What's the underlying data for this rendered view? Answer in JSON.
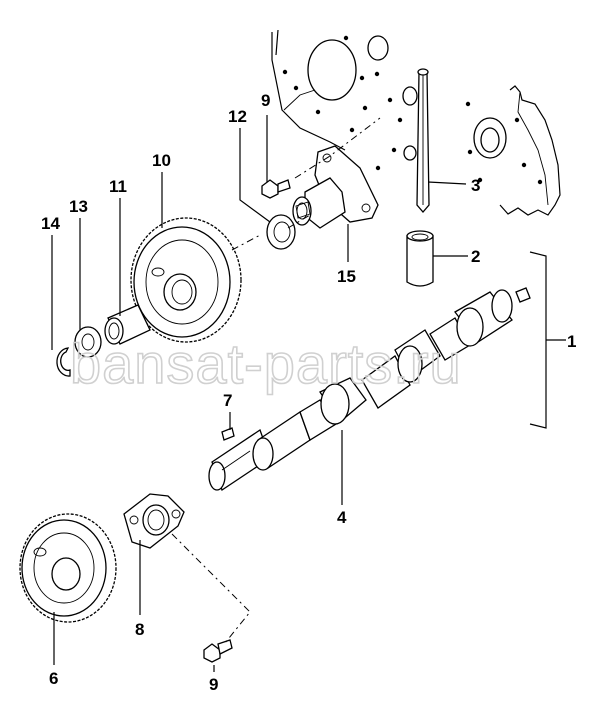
{
  "watermark": "bansat-parts.ru",
  "callouts": [
    {
      "id": "c1",
      "label": "1"
    },
    {
      "id": "c2",
      "label": "2"
    },
    {
      "id": "c3",
      "label": "3"
    },
    {
      "id": "c4",
      "label": "4"
    },
    {
      "id": "c6",
      "label": "6"
    },
    {
      "id": "c7",
      "label": "7"
    },
    {
      "id": "c8",
      "label": "8"
    },
    {
      "id": "c9a",
      "label": "9"
    },
    {
      "id": "c9b",
      "label": "9"
    },
    {
      "id": "c10",
      "label": "10"
    },
    {
      "id": "c11",
      "label": "11"
    },
    {
      "id": "c12",
      "label": "12"
    },
    {
      "id": "c13",
      "label": "13"
    },
    {
      "id": "c14",
      "label": "14"
    },
    {
      "id": "c15",
      "label": "15"
    }
  ]
}
